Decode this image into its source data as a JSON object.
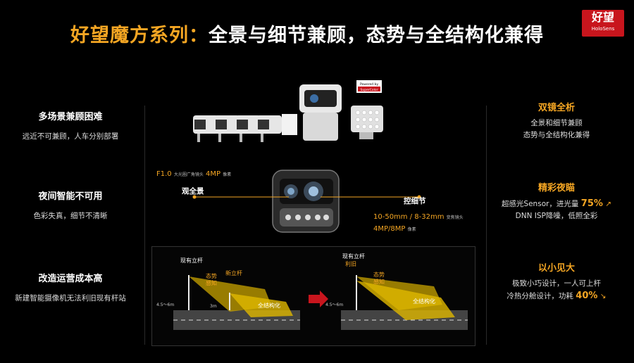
{
  "header": {
    "title_prefix": "好望魔方系列：",
    "title_rest": "全景与细节兼顾，态势与全结构化兼得",
    "logo_main": "好望",
    "logo_sub": "HoloSens"
  },
  "left": [
    {
      "heading": "多场景兼顾困难",
      "sub": "远近不可兼顾，人车分别部署"
    },
    {
      "heading": "夜间智能不可用",
      "sub": "色彩失真，细节不清晰"
    },
    {
      "heading": "改造运营成本高",
      "sub": "新建智能摄像机无法利旧现有杆站"
    }
  ],
  "right": [
    {
      "heading": "双镜全析",
      "lines": [
        "全景和细节兼顾",
        "态势与全结构化兼得"
      ]
    },
    {
      "heading": "精彩夜瞄",
      "line1_text": "超感光Sensor，进光量",
      "line1_value": "75%",
      "line2": "DNN ISP降噪，低照全彩"
    },
    {
      "heading": "以小见大",
      "line1": "极致小巧设计，一人可上杆",
      "line2_text": "冷热分舱设计，功耗",
      "line2_value": "40%"
    }
  ],
  "product": {
    "badge_line1": "Powered by",
    "badge_line2": "SuperColor",
    "lens_left_spec_a": "F1.0",
    "lens_left_spec_b": "大光圈广角镜头",
    "lens_left_spec_c": "4MP",
    "lens_left_spec_d": "像素",
    "lens_left_label": "观全景",
    "lens_right_label": "控细节",
    "lens_right_spec_a": "10-50mm / 8-32mm",
    "lens_right_spec_b": "变焦镜头",
    "lens_right_spec_c": "4MP/8MP",
    "lens_right_spec_d": "像素"
  },
  "scene": {
    "left_pole_label": "现有立杆",
    "new_pole_label": "新立杆",
    "beam1": "态势\n感知",
    "beam2": "全结构化",
    "height1": "4.5～6m",
    "height2": "3m",
    "right_pole_label": "现有立杆",
    "right_pole_sub": "利旧",
    "right_beam1": "态势\n感知",
    "right_beam2": "全结构化",
    "right_height": "4.5～6m"
  },
  "colors": {
    "accent": "#f5a623",
    "brand_red": "#c8151d",
    "bg": "#000000"
  }
}
